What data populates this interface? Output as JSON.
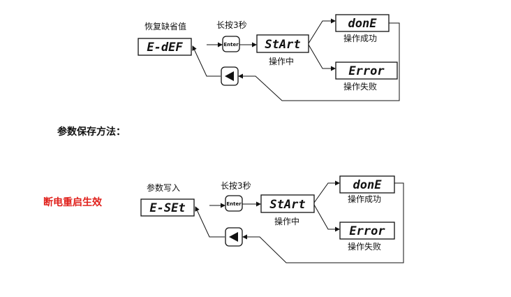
{
  "heading": "参数保存方法：",
  "restart_note": "断电重启生效",
  "diagram1": {
    "top_label": "恢复缺省值",
    "display": "E-dEF",
    "hold_label": "长按3秒",
    "enter_key": "Enter",
    "start_display": "StArt",
    "start_caption": "操作中",
    "done_display": "donE",
    "done_caption": "操作成功",
    "error_display": "Error",
    "error_caption": "操作失败"
  },
  "diagram2": {
    "top_label": "参数写入",
    "display": "E-SEt",
    "hold_label": "长按3秒",
    "enter_key": "Enter",
    "start_display": "StArt",
    "start_caption": "操作中",
    "done_display": "donE",
    "done_caption": "操作成功",
    "error_display": "Error",
    "error_caption": "操作失败"
  },
  "icons": {
    "back_key": "left-triangle-icon"
  }
}
